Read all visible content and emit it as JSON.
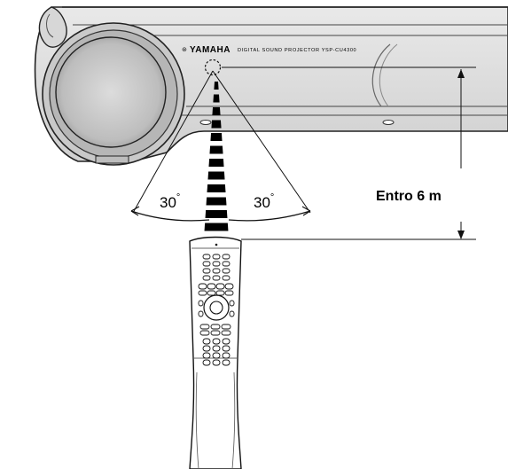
{
  "device": {
    "brand": "YAMAHA",
    "model_text": "DIGITAL SOUND PROJECTOR YSP-CU4300"
  },
  "angles": {
    "left_label": "30",
    "right_label": "30",
    "degree_symbol": "°"
  },
  "distance": {
    "label": "Entro 6 m"
  }
}
